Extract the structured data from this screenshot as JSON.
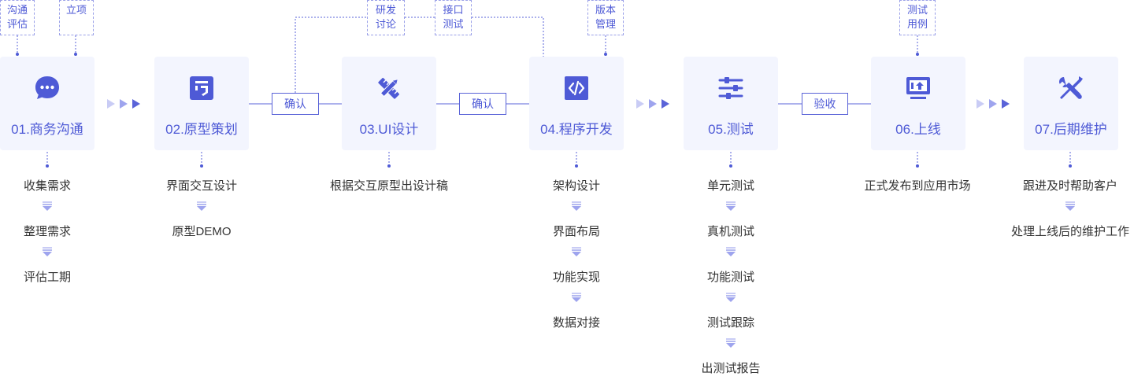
{
  "colors": {
    "accent": "#4e5ad6",
    "box_bg": "#f3f5fe",
    "text": "#333333",
    "light_arrow": "#b5baf0"
  },
  "steps": [
    {
      "label": "01.商务沟通",
      "icon": "chat-bubble-icon"
    },
    {
      "label": "02.原型策划",
      "icon": "prototype-box-icon"
    },
    {
      "label": "03.UI设计",
      "icon": "ruler-pencil-icon"
    },
    {
      "label": "04.程序开发",
      "icon": "code-icon"
    },
    {
      "label": "05.测试",
      "icon": "sliders-icon"
    },
    {
      "label": "06.上线",
      "icon": "monitor-upload-icon"
    },
    {
      "label": "07.后期维护",
      "icon": "wrench-screwdriver-icon"
    }
  ],
  "tags": {
    "t1": [
      "沟通",
      "评估"
    ],
    "t2": [
      "立项"
    ],
    "t3": [
      "研发",
      "讨论"
    ],
    "t4": [
      "接口",
      "测试"
    ],
    "t5": [
      "版本",
      "管理"
    ],
    "t6": [
      "测试",
      "用例"
    ]
  },
  "connectors": {
    "c1": "确认",
    "c2": "确认",
    "c3": "验收"
  },
  "details": {
    "s1": [
      "收集需求",
      "整理需求",
      "评估工期"
    ],
    "s2": [
      "界面交互设计",
      "原型DEMO"
    ],
    "s3": [
      "根据交互原型出设计稿"
    ],
    "s4": [
      "架构设计",
      "界面布局",
      "功能实现",
      "数据对接"
    ],
    "s5": [
      "单元测试",
      "真机测试",
      "功能测试",
      "测试跟踪",
      "出测试报告"
    ],
    "s6": [
      "正式发布到应用市场"
    ],
    "s7": [
      "跟进及时帮助客户",
      "处理上线后的维护工作"
    ]
  }
}
